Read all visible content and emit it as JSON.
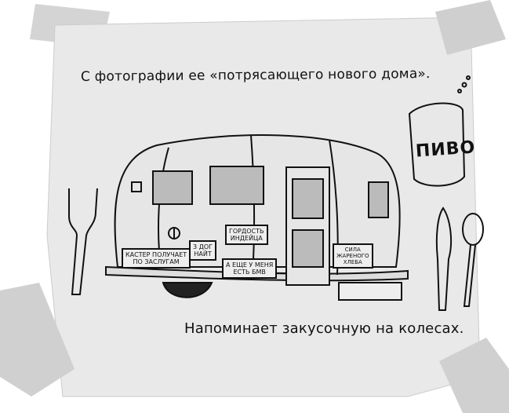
{
  "captions": {
    "top": "С фотографии ее «потрясающего нового дома».",
    "bottom": "Напоминает закусочную на колесах."
  },
  "stickers": [
    {
      "lines": [
        "КАСТЕР ПОЛУЧАЕТ",
        "ПО ЗАСЛУГАМ"
      ]
    },
    {
      "lines": [
        "3 ДОГ",
        "НАЙТ"
      ]
    },
    {
      "lines": [
        "ГОРДОСТЬ",
        "ИНДЕЙЦА"
      ]
    },
    {
      "lines": [
        "А ЕЩЕ У МЕНЯ",
        "ЕСТЬ БМВ"
      ]
    },
    {
      "lines": [
        "СИЛА",
        "ЖАРЕНОГО",
        "ХЛЕБА"
      ]
    }
  ],
  "beer_can": {
    "label": "ПИВО"
  },
  "colors": {
    "paper": "#e9e9e9",
    "ink": "#111111",
    "tape": "#cfcfcf"
  }
}
